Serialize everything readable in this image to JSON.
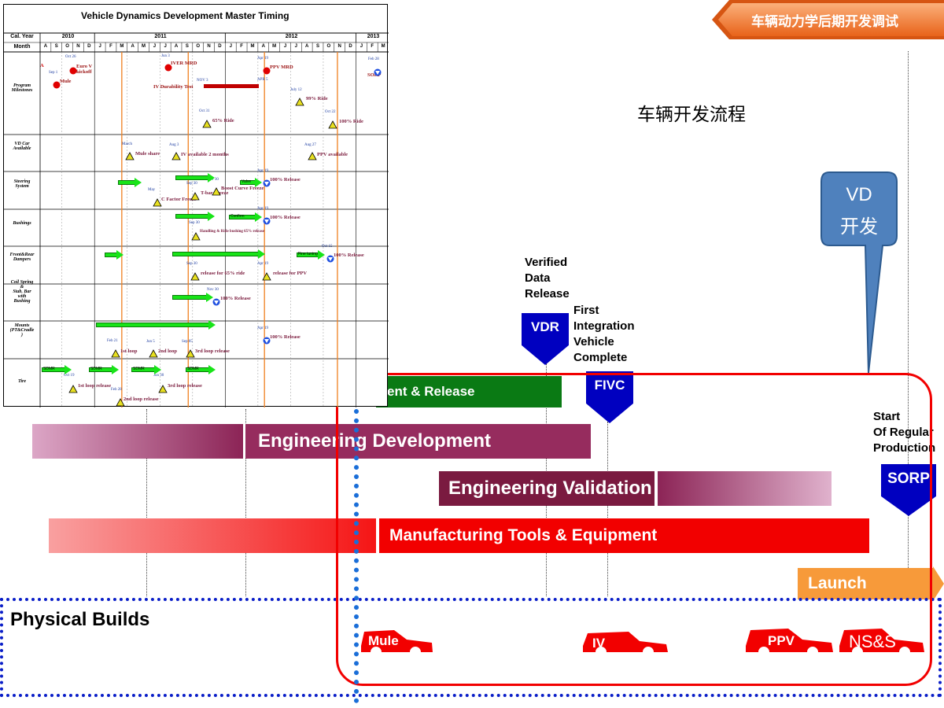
{
  "header": {
    "banner_text": "车辆动力学后期开发调试",
    "process_title": "车辆开发流程",
    "vd_callout": [
      "VD",
      "开发"
    ]
  },
  "milestones": {
    "vdr": {
      "desc": [
        "Verified",
        "Data",
        "Release"
      ],
      "label": "VDR"
    },
    "fivc": {
      "desc": [
        "First",
        "Integration",
        "Vehicle",
        "Complete"
      ],
      "label": "FIVC"
    },
    "sorp": {
      "desc": [
        "Start",
        "Of Regular",
        "Production"
      ],
      "label": "SORP"
    }
  },
  "bars": {
    "design": "ent & Release",
    "engineering_development": "Engineering Development",
    "engineering_validation": "Engineering Validation",
    "manufacturing": "Manufacturing Tools & Equipment",
    "launch": "Launch"
  },
  "physical_builds": {
    "title": "Physical Builds",
    "cars": [
      "Mule",
      "IV",
      "PPV",
      "NS&S"
    ]
  },
  "timing_chart": {
    "title": "Vehicle Dynamics Development  Master Timing",
    "cal_year_label": "Cal. Year",
    "month_label": "Month",
    "years": [
      "2010",
      "2011",
      "2012",
      "2013"
    ],
    "months": [
      "A",
      "S",
      "O",
      "N",
      "D",
      "J",
      "F",
      "M",
      "A",
      "M",
      "J",
      "J",
      "A",
      "S",
      "O",
      "N",
      "D",
      "J",
      "F",
      "M",
      "A",
      "M",
      "J",
      "J",
      "A",
      "S",
      "O",
      "N",
      "D",
      "J",
      "F",
      "M"
    ],
    "rows": [
      "Program Milestones",
      "VD Car Available",
      "Steering System",
      "Bushings",
      "Front&Rear Dampers",
      "Coil Spring & Stab. Bar with Bushing",
      "Mounts (PT&Cradle)",
      "Tire"
    ],
    "items": {
      "euro_kickoff": "Euro V kickoff",
      "euro_date": "Oct 26",
      "mule": "Mule",
      "mule_date": "Sep 1",
      "a_mark": "A",
      "iver_mrd": "IVER MRD",
      "iver_date": "Jun 3",
      "ppv_mrd": "PPV MRD",
      "ppv_date": "Apr 19",
      "sorp": "SORP",
      "sorp_date": "Feb 28",
      "iv_durability": "IV Durability Test",
      "iv_dur_date": "NOV 3",
      "apr5": "APR 5",
      "ride99": "99% Ride",
      "ride99_date": "July 12",
      "ride65": "65% Ride",
      "ride65_date": "Oct 31",
      "ride100": "100% Ride",
      "ride100_date": "Oct 22",
      "mule_share": "Mule share",
      "mule_share_date": "March",
      "iv_avail": "IV available 2 months",
      "iv_avail_date": "Aug 3",
      "ppv_avail": "PPV available",
      "ppv_avail_date": "Aug 27",
      "steer_release": "100% Release",
      "steer_release_date": "Apr 19",
      "boost_curve": "Boost Curve Freeze",
      "boost_date": "Nov 30",
      "tbar": "T-bar Freeze",
      "tbar_date": "Sep 30",
      "cfactor": "C Factor Freeze",
      "cfactor_date": "May",
      "steer_valve": "Valve",
      "bush_release": "100% Release",
      "bush_release_date": "Apr 19",
      "bush_confirm": "Confirm",
      "bush_handling": "Handling & Ride bushing 65% release",
      "bush_date": "Sep 30",
      "damp_release": "100% Release",
      "damp_release_date": "Oct 15",
      "damp_fine": "Fine tuning",
      "damp_65": "release for 65% ride",
      "damp_65_date": "Sep 30",
      "damp_ppv": "release for PPV",
      "damp_ppv_date": "Apr 19",
      "spring_release": "100% Release",
      "spring_date": "Nov 30",
      "mount_release": "100% Release",
      "mount_date": "Apr 19",
      "mount_1st": "1st loop",
      "mount_1st_date": "Feb 21",
      "mount_2nd": "2nd loop",
      "mount_2nd_date": "Jun 5",
      "mount_3rd": "3rd loop release",
      "mount_3rd_date": "Sep 05",
      "tire_arrow": "SDMR",
      "tire_1st": "1st loop release",
      "tire_1st_date": "Oct 19",
      "tire_2nd": "2nd loop release",
      "tire_2nd_date": "Feb 28",
      "tire_3rd": "3rd loop release",
      "tire_3rd_date": "Jun 30"
    }
  }
}
